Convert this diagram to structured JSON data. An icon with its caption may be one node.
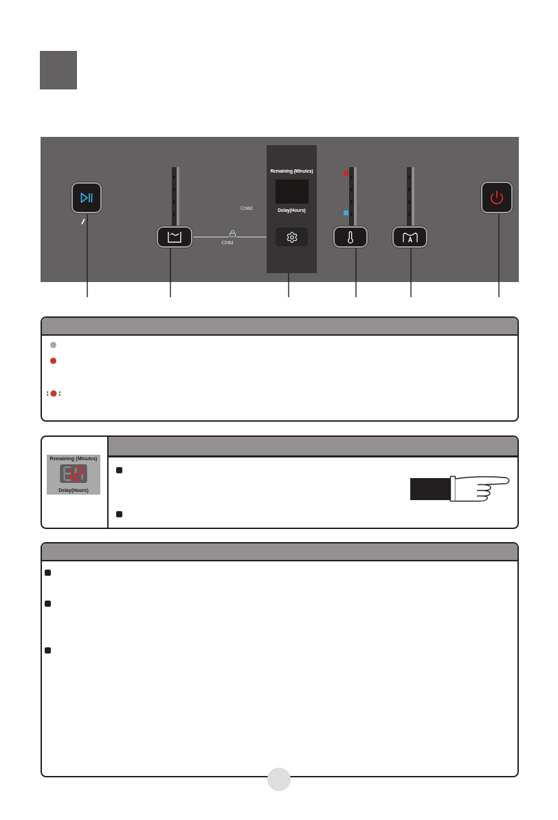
{
  "diagram": {
    "nodes": [
      {
        "text": [],
        "shape": "box"
      },
      {
        "text": [],
        "shape": "box"
      },
      {
        "text": [
          "Remaining (Minutes)",
          "Delay(Hours)"
        ]
      },
      {
        "text": [],
        "shape": "box"
      },
      {
        "text": [],
        "shape": "box"
      },
      {
        "text": [],
        "shape": "box"
      },
      {
        "text": [
          "Remaining (Minutes)",
          "Delay(Hours)"
        ]
      }
    ],
    "edges": [
      {
        "from": null,
        "to": 0,
        "arrow": "none"
      },
      {
        "from": null,
        "to": 1,
        "arrow": "none"
      },
      {
        "from": 1,
        "to": 2,
        "arrow": "none",
        "label": "Child",
        "color": "#d9d9d9"
      },
      {
        "from": null,
        "to": 2,
        "arrow": "none"
      },
      {
        "from": null,
        "to": 3,
        "arrow": "none"
      },
      {
        "from": null,
        "to": 4,
        "arrow": "none"
      },
      {
        "from": null,
        "to": 5,
        "arrow": "none"
      }
    ],
    "labels": [
      "Child"
    ]
  }
}
